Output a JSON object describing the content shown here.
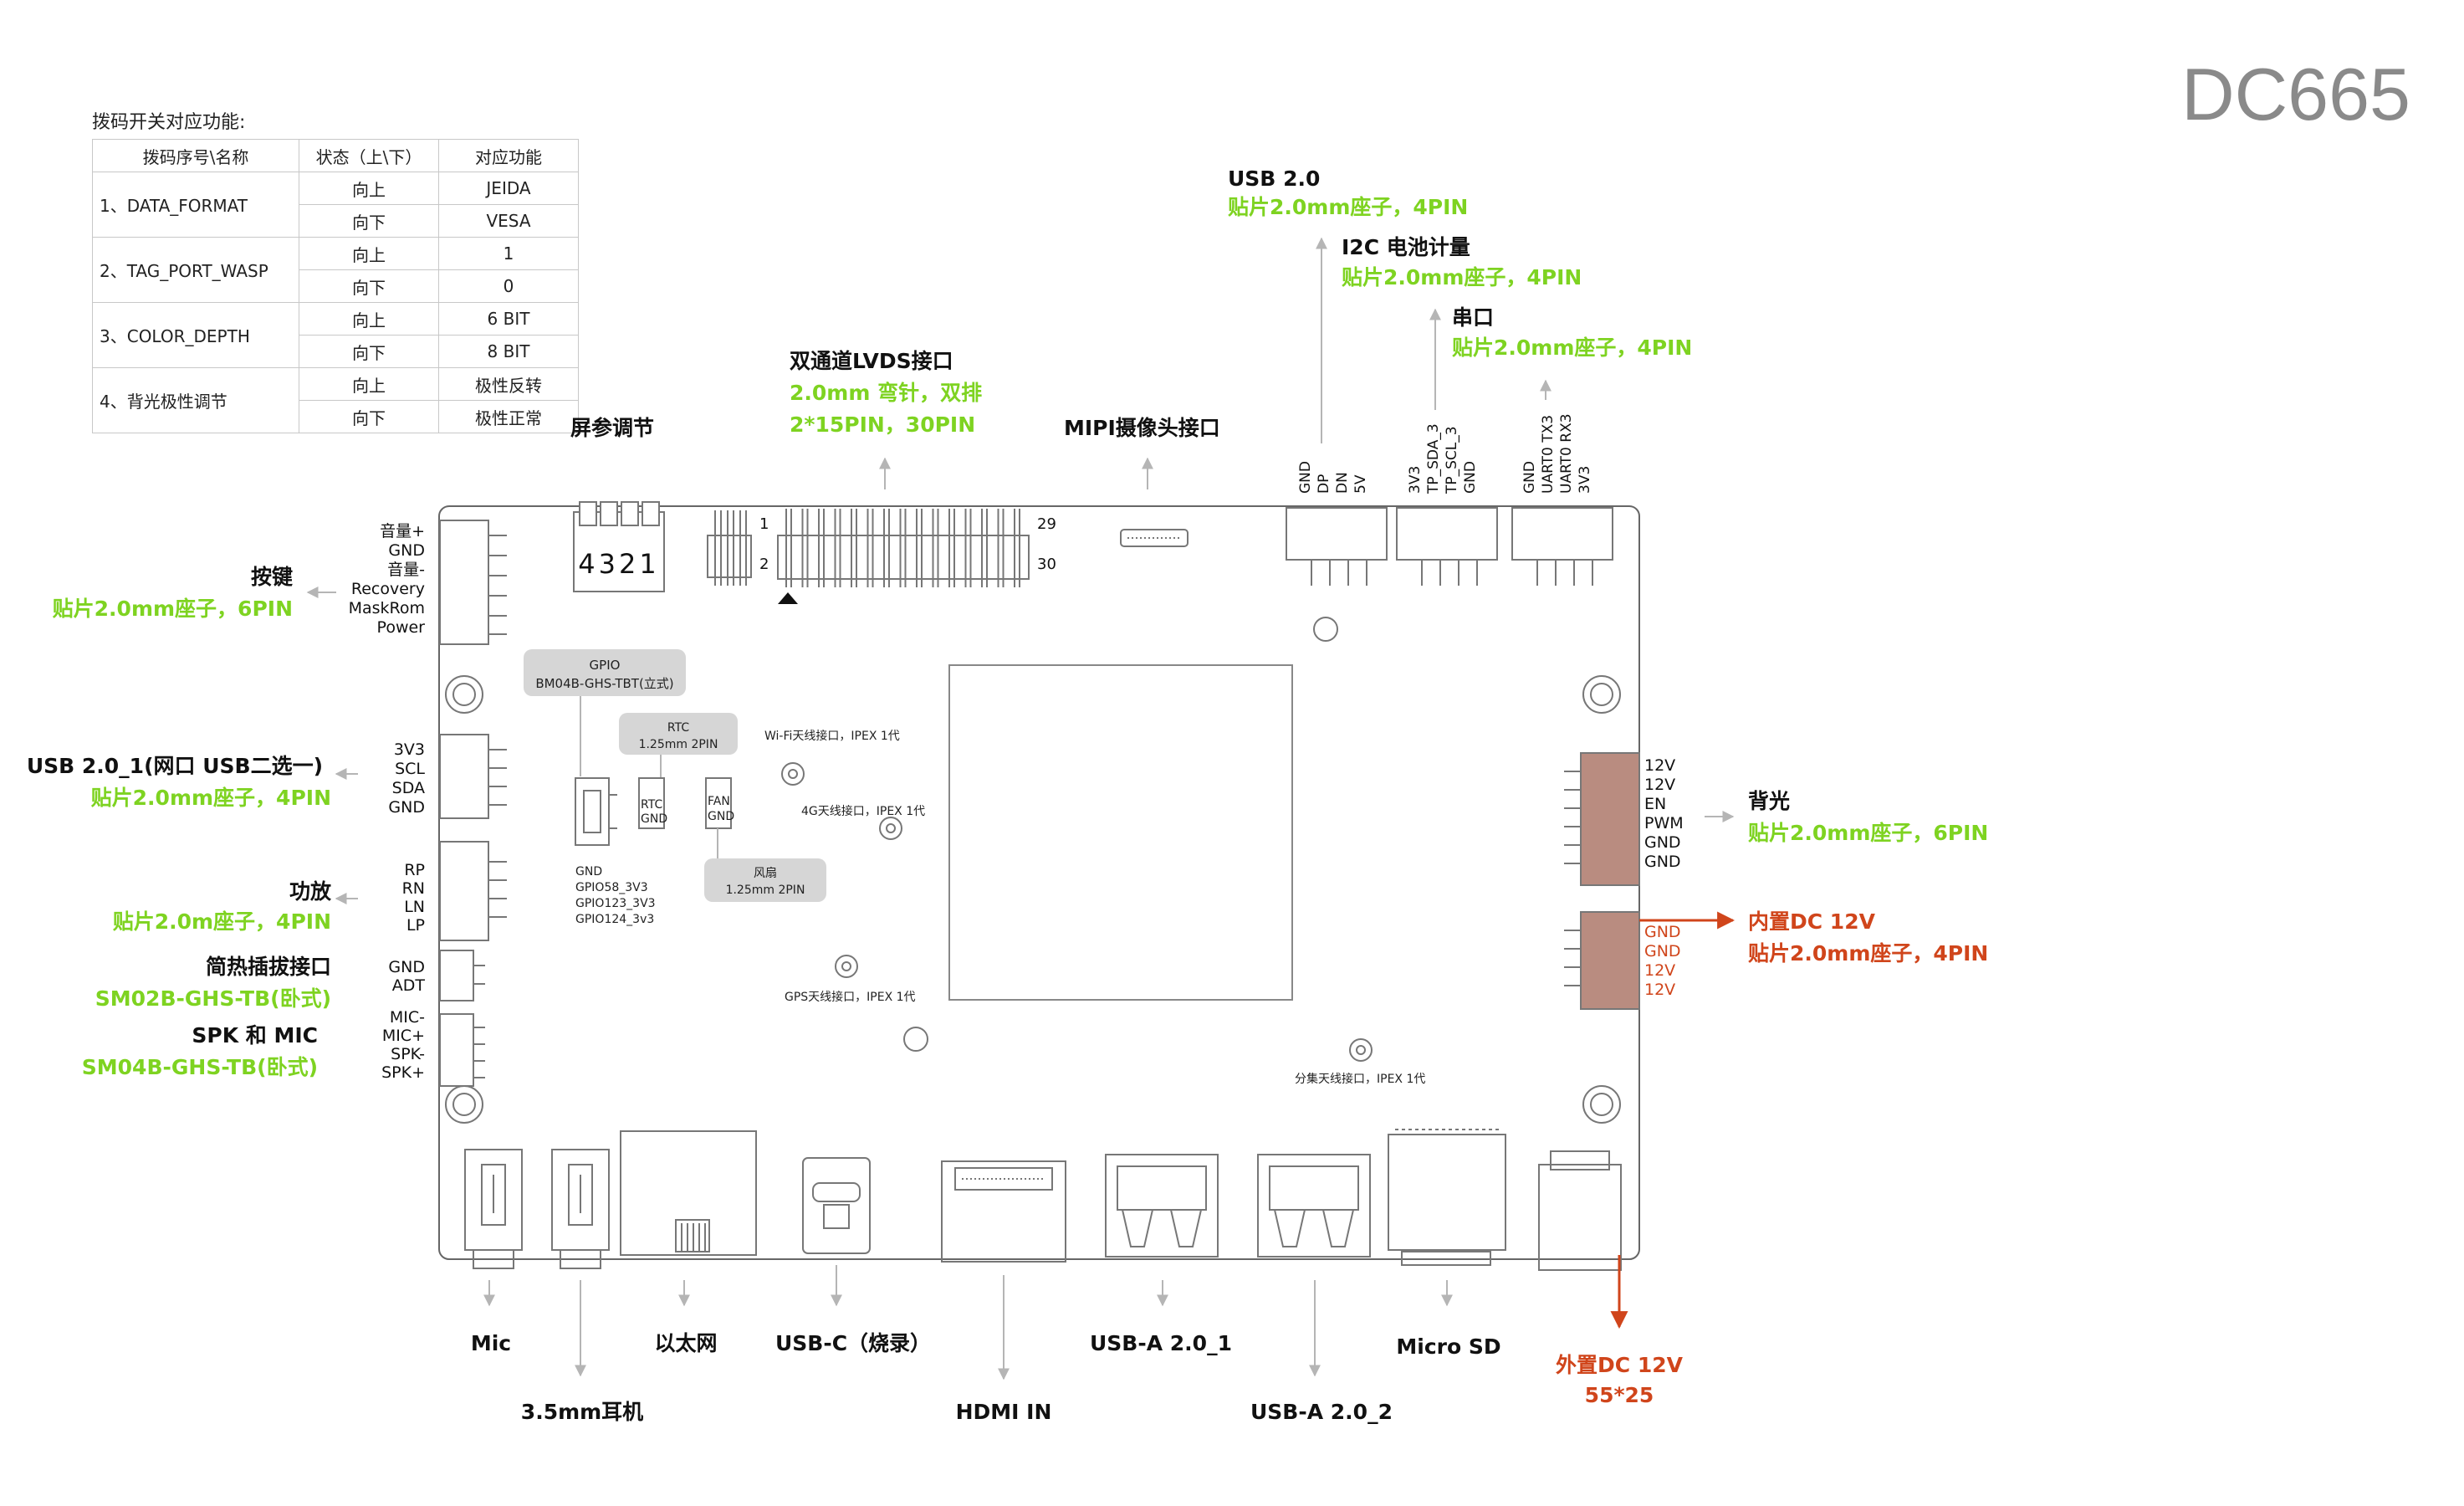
{
  "model": "DC665",
  "dip_switch": {
    "title": "拨码开关对应功能:",
    "headers": [
      "拨码序号\\名称",
      "状态（上\\下）",
      "对应功能"
    ],
    "rows": [
      {
        "name": "1、DATA_FORMAT",
        "up_state": "向上",
        "up_func": "JEIDA",
        "down_state": "向下",
        "down_func": "VESA"
      },
      {
        "name": "2、TAG_PORT_WASP",
        "up_state": "向上",
        "up_func": "1",
        "down_state": "向下",
        "down_func": "0"
      },
      {
        "name": "3、COLOR_DEPTH",
        "up_state": "向上",
        "up_func": "6 BIT",
        "down_state": "向下",
        "down_func": "8 BIT"
      },
      {
        "name": "4、背光极性调节",
        "up_state": "向上",
        "up_func": "极性反转",
        "down_state": "向下",
        "down_func": "极性正常"
      }
    ]
  },
  "top": {
    "screen_param": "屏参调节",
    "dip_digits": "4321",
    "lvds_title": "双通道LVDS接口",
    "lvds_sub1": "2.0mm 弯针，双排",
    "lvds_sub2": "2*15PIN，30PIN",
    "lvds_pin1": "1",
    "lvds_pin2": "2",
    "lvds_pin29": "29",
    "lvds_pin30": "30",
    "mipi": "MIPI摄像头接口",
    "usb20_title": "USB 2.0",
    "usb20_sub": "贴片2.0mm座子，4PIN",
    "usb20_pins": [
      "GND",
      "DP",
      "DN",
      "5V"
    ],
    "i2c_title": "I2C 电池计量",
    "i2c_sub": "贴片2.0mm座子，4PIN",
    "i2c_pins": [
      "3V3",
      "TP_SDA_3",
      "TP_SCL_3",
      "GND"
    ],
    "uart_title": "串口",
    "uart_sub": "贴片2.0mm座子，4PIN",
    "uart_pins": [
      "GND",
      "UART0 TX3",
      "UART0 RX3",
      "3V3"
    ]
  },
  "left": {
    "keys_title": "按键",
    "keys_sub": "贴片2.0mm座子，6PIN",
    "keys_pins": [
      "音量+",
      "GND",
      "音量-",
      "Recovery",
      "MaskRom",
      "Power"
    ],
    "usb21_title": "USB 2.0_1(网口 USB二选一)",
    "usb21_sub": "贴片2.0mm座子，4PIN",
    "usb21_pins": [
      "3V3",
      "SCL",
      "SDA",
      "GND"
    ],
    "amp_title": "功放",
    "amp_sub": "贴片2.0m座子，4PIN",
    "amp_pins": [
      "RP",
      "RN",
      "LN",
      "LP"
    ],
    "hotplug_title": "简热插拔接口",
    "hotplug_sub": "SM02B-GHS-TB(卧式)",
    "hotplug_pins": [
      "GND",
      "ADT"
    ],
    "spk_title": "SPK 和 MIC",
    "spk_sub": "SM04B-GHS-TB(卧式)",
    "spk_pins": [
      "MIC-",
      "MIC+",
      "SPK-",
      "SPK+"
    ]
  },
  "center": {
    "gpio_title": "GPIO",
    "gpio_sub": "BM04B-GHS-TBT(立式)",
    "gpio_pins": [
      "GND",
      "GPIO58_3V3",
      "GPIO123_3V3",
      "GPIO124_3v3"
    ],
    "rtc_title": "RTC",
    "rtc_sub": "1.25mm 2PIN",
    "rtc_pins": [
      "RTC",
      "GND"
    ],
    "fan_title": "风扇",
    "fan_sub": "1.25mm 2PIN",
    "fan_pins": [
      "FAN",
      "GND"
    ],
    "wifi_ant": "Wi-Fi天线接口，IPEX 1代",
    "ant_4g": "4G天线接口，IPEX 1代",
    "gps_ant": "GPS天线接口，IPEX 1代",
    "div_ant": "分集天线接口，IPEX 1代"
  },
  "right": {
    "backlight_title": "背光",
    "backlight_sub": "贴片2.0mm座子，6PIN",
    "backlight_pins": [
      "12V",
      "12V",
      "EN",
      "PWM",
      "GND",
      "GND"
    ],
    "dcin_title": "内置DC 12V",
    "dcin_sub": "贴片2.0mm座子，4PIN",
    "dcin_pins": [
      "GND",
      "GND",
      "12V",
      "12V"
    ]
  },
  "bottom": {
    "mic": "Mic",
    "jack": "3.5mm耳机",
    "ethernet": "以太网",
    "usbc": "USB-C（烧录）",
    "hdmi": "HDMI IN",
    "usba1": "USB-A 2.0_1",
    "usba2": "USB-A 2.0_2",
    "microsd": "Micro SD",
    "dc_ext_title": "外置DC 12V",
    "dc_ext_sub": "55*25"
  },
  "colors": {
    "green": "#7ed321",
    "red": "#d0451b",
    "grey": "#8a8a8a",
    "line": "#555555",
    "connector_brown": "#b98c80"
  }
}
